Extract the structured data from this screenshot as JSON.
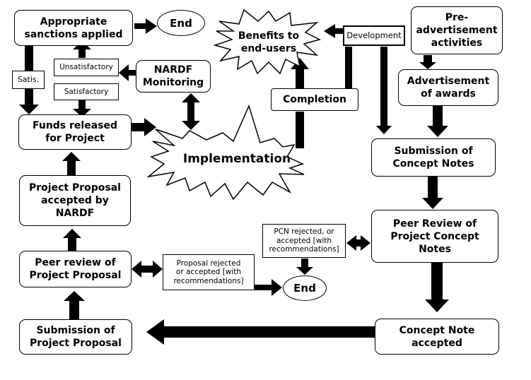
{
  "nodes": {
    "appropriate_sanctions": "Appropriate\nsanctions applied",
    "end_top": "End",
    "benefits": "Benefits to\nend-users",
    "development": "Development",
    "pre_advertisement": "Pre-\nadvertisement\nactivities",
    "unsatisfactory": "Unsatisfactory",
    "satis": "Satis.",
    "nardf_monitoring": "NARDF\nMonitoring",
    "satisfactory": "Satisfactory",
    "completion": "Completion",
    "advertisement": "Advertisement\nof awards",
    "funds_released": "Funds released\nfor Project",
    "implementation": "Implementation",
    "submission_concept": "Submission of\nConcept Notes",
    "proposal_accepted": "Project Proposal\naccepted by\nNARDF",
    "pcn_rejected": "PCN rejected, or\naccepted [with\nrecommendations]",
    "peer_review_concept": "Peer Review of\nProject Concept\nNotes",
    "peer_review_proposal": "Peer review of\nProject Proposal",
    "proposal_rejected": "Proposal rejected\nor accepted [with\nrecommendations]",
    "end_bottom": "End",
    "submission_proposal": "Submission of\nProject Proposal",
    "concept_accepted": "Concept Note\naccepted"
  }
}
